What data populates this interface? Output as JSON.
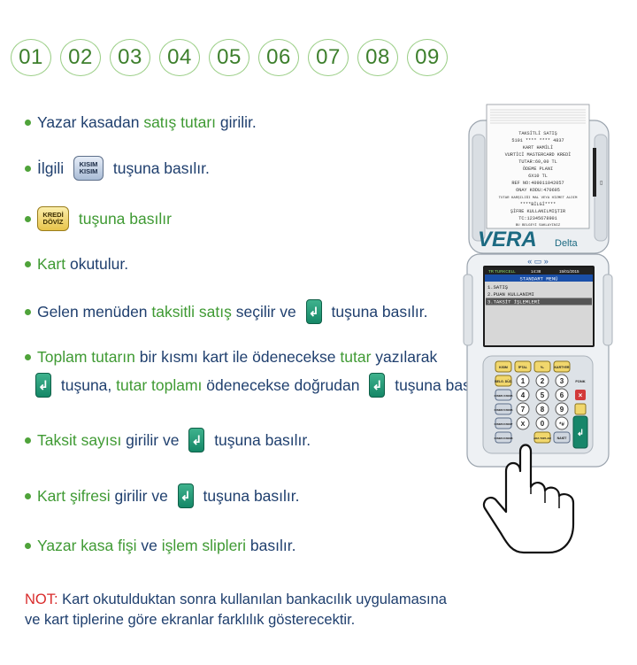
{
  "steps": [
    "01",
    "02",
    "03",
    "04",
    "05",
    "06",
    "07",
    "08",
    "09"
  ],
  "instructions": {
    "i1": {
      "a": "Yazar kasadan ",
      "b": "satış tutarı",
      "c": " girilir."
    },
    "i2": {
      "a": "İlgili ",
      "key_top": "KISIM",
      "key_bottom": "KISIM",
      "b": " tuşuna basılır."
    },
    "i3": {
      "key_top": "KREDİ",
      "key_bottom": "DÖVİZ",
      "a": " tuşuna basılır"
    },
    "i4": {
      "a": "Kart ",
      "b": "okutulur."
    },
    "i5": {
      "a": "Gelen menüden ",
      "b": "taksitli satış",
      "c": " seçilir ve ",
      "d": " tuşuna basılır."
    },
    "i6": {
      "a": "Toplam tutarın",
      "b": " bir kısmı kart ile ödenecekse ",
      "c": "tutar",
      "d": " yazılarak"
    },
    "i7": {
      "a": " tuşuna, ",
      "b": "tutar toplamı",
      "c": " ödenecekse doğrudan ",
      "d": " tuşuna basılır."
    },
    "i8": {
      "a": "Taksit sayısı",
      "b": " girilir ve ",
      "c": " tuşuna basılır."
    },
    "i9": {
      "a": "Kart şifresi",
      "b": " girilir ve ",
      "c": " tuşuna basılır."
    },
    "i10": {
      "a": "Yazar kasa fişi",
      "b": " ve ",
      "c": "işlem slipleri",
      "d": " basılır."
    }
  },
  "enter_symbol": "↲",
  "note": {
    "label": "NOT:",
    "line1": " Kart okutulduktan sonra kullanılan bankacılık uygulamasına",
    "line2": "ve kart tiplerine göre ekranlar farklılık gösterecektir."
  },
  "device": {
    "brand": "VERA",
    "model": "Delta",
    "receipt": {
      "lines": [
        "TAKSİTLİ SATIŞ",
        "5101 **** **** 4837",
        "KART HAMİLİ",
        "VURTİCİ MASTERCARD KREDİ",
        "TUTAR:60,00 TL",
        "ÖDEME PLANI",
        "6X10 TL",
        "REF NO:409011042057",
        "ONAY KODU:470695",
        "TUTAR KARŞILIĞI MAL VEYA HİZMET ALDIM",
        "****BİLGİ****",
        "ŞİFRE KULLANILMIŞTIR",
        "TC:12345678901",
        "BU BELGEYİ SAKLAYINIZ"
      ]
    },
    "status": {
      "carrier": "TR TURKCELL",
      "time": "14:38",
      "date": "15/01/2015"
    },
    "menu_title": "STANDART MENÜ",
    "menu_items": [
      "1.SATIŞ",
      "2.PUAN KULLANIMI",
      "3.TAKSİT İŞLEMLERİ"
    ],
    "keys": {
      "row1": [
        "KISIM",
        "İPTAL",
        "%-",
        "KARTYER"
      ],
      "row2_left": "BELG. DÜZ.",
      "nums": [
        "1",
        "2",
        "3",
        "4",
        "5",
        "6",
        "7",
        "8",
        "9",
        "0"
      ],
      "fonk": "FONK",
      "kisim_keys": [
        "KISIM1 KISIM5",
        "KISIM2 KISIM6",
        "KISIM3 KISIM7",
        "KISIM4 KISIM8"
      ],
      "x": "X",
      "ara_toplam": "ARA TOPLAM",
      "nakit": "NAKİT"
    }
  },
  "colors": {
    "green": "#3f9a33",
    "navy": "#1f3f6e",
    "red": "#d92b2b",
    "teal": "#17866a"
  }
}
